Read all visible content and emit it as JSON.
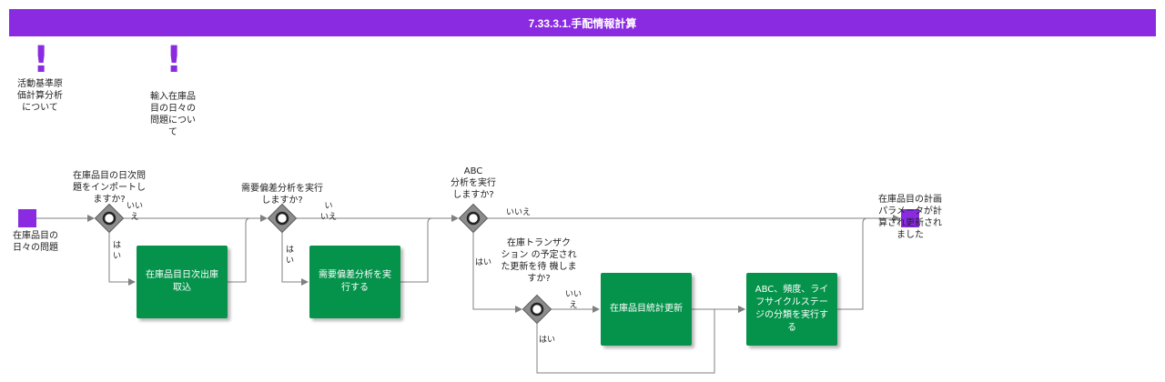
{
  "title": "7.33.3.1.手配情報計算",
  "annotations": [
    {
      "text": "活動基準原\n価計算分析\nについて"
    },
    {
      "text": "輸入在庫品\n目の日々の\n問題につい\nて"
    }
  ],
  "start_event": {
    "label": "在庫品目の\n日々の問題"
  },
  "end_event": {
    "label": "在庫品目の計画\nパラメータが計\n算され更新され\nました"
  },
  "gateways": [
    {
      "question": "在庫品目の日次問\n題をインポートし\nますか?",
      "no_label": "いい\nえ",
      "yes_label": "は\nい"
    },
    {
      "question": "需要偏差分析を実行\nしますか?",
      "no_label": "い\nいえ",
      "yes_label": "は\nい"
    },
    {
      "question": "ABC\n分析を実行\nしますか?",
      "no_label": "いいえ",
      "yes_label": "はい"
    },
    {
      "question": "在庫トランザク\nション の予定され\nた更新を待 機しま\nすか?",
      "no_label": "いい\nえ",
      "yes_label": "はい"
    }
  ],
  "tasks": [
    {
      "label": "在庫品目日次出庫\n取込"
    },
    {
      "label": "需要偏差分析を実\n行する"
    },
    {
      "label": "在庫品目統計更新"
    },
    {
      "label": "ABC、頻度、ライ\nフサイクルステー\nジの分類を実行す\nる"
    }
  ],
  "colors": {
    "title_bar": "#8a2be2",
    "event": "#8a2be2",
    "task": "#05934b",
    "gateway": "#8c8c8c",
    "flow": "#808080"
  }
}
